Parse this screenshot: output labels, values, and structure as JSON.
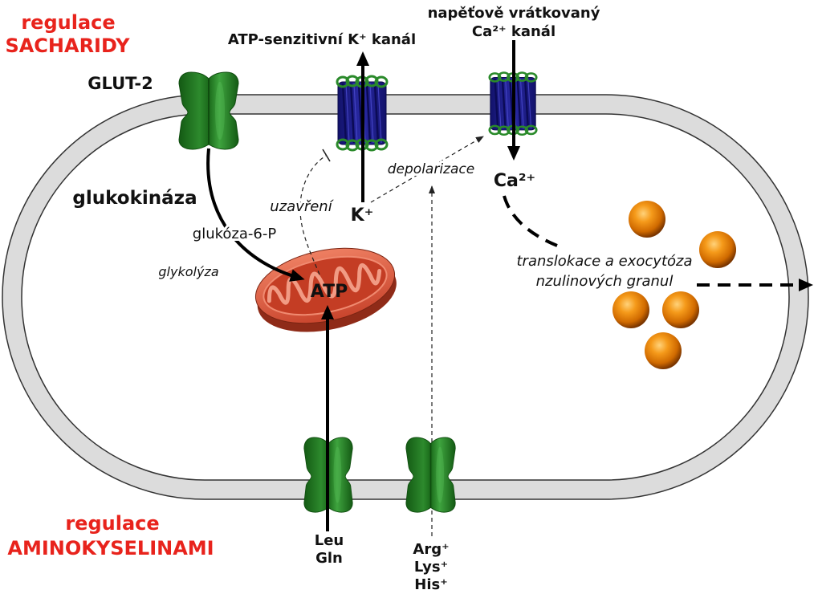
{
  "labels": {
    "carb_regulation": {
      "line1": "regulace",
      "line2": "SACHARIDY"
    },
    "amino_regulation": {
      "line1": "regulace",
      "line2": "AMINOKYSELINAMI"
    },
    "glut2": "GLUT-2",
    "katp_channel": "ATP-senzitivní K⁺ kanál",
    "ca_channel": {
      "line1": "napěťově vrátkovaný",
      "line2": "Ca²⁺ kanál"
    },
    "k_ion": "K⁺",
    "ca_ion": "Ca²⁺",
    "glucokinase": "glukokináza",
    "g6p": "glukóza-6-P",
    "glycolysis": "glykolýza",
    "atp": "ATP",
    "closure": "uzavření",
    "depolarization": "depolarizace",
    "exocytosis": {
      "line1": "translokace a exocytóza",
      "line2": "nzulinových granul"
    },
    "amino_left": [
      "Leu",
      "Gln"
    ],
    "amino_right": [
      "Arg⁺",
      "Lys⁺",
      "His⁺"
    ]
  },
  "colors": {
    "region_label": "#e8231c",
    "transporter": "#2a8a2a",
    "channel": "#1e1e8c",
    "channel_coil": "#2a8a2a",
    "mitochondrion": "#c9452d",
    "granule": "#e8830c",
    "membrane": "#dcdcdc"
  }
}
